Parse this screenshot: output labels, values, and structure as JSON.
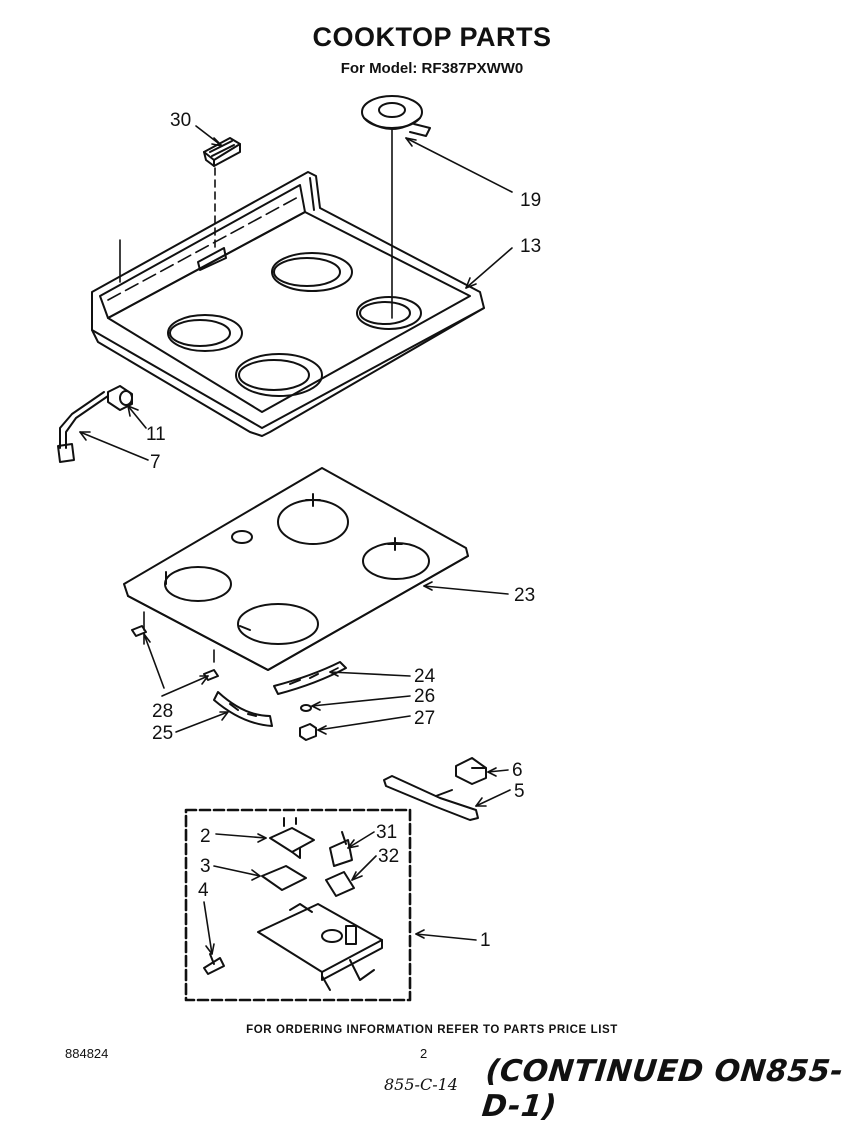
{
  "header": {
    "title": "COOKTOP PARTS",
    "subtitle": "For Model: RF387PXWW0"
  },
  "callouts": [
    {
      "id": "30",
      "label": "30"
    },
    {
      "id": "19",
      "label": "19"
    },
    {
      "id": "13",
      "label": "13"
    },
    {
      "id": "11",
      "label": "11"
    },
    {
      "id": "7",
      "label": "7"
    },
    {
      "id": "23",
      "label": "23"
    },
    {
      "id": "24",
      "label": "24"
    },
    {
      "id": "26",
      "label": "26"
    },
    {
      "id": "27",
      "label": "27"
    },
    {
      "id": "28",
      "label": "28"
    },
    {
      "id": "25",
      "label": "25"
    },
    {
      "id": "6",
      "label": "6"
    },
    {
      "id": "5",
      "label": "5"
    },
    {
      "id": "2",
      "label": "2"
    },
    {
      "id": "31",
      "label": "31"
    },
    {
      "id": "3",
      "label": "3"
    },
    {
      "id": "32",
      "label": "32"
    },
    {
      "id": "4",
      "label": "4"
    },
    {
      "id": "1",
      "label": "1"
    }
  ],
  "footer": {
    "ordering_note": "FOR ORDERING INFORMATION REFER TO PARTS PRICE LIST",
    "doc_number": "884824",
    "page_number": "2",
    "handwritten_ref": "855-C-14",
    "continued": "(CONTINUED ON855-D-1)"
  }
}
